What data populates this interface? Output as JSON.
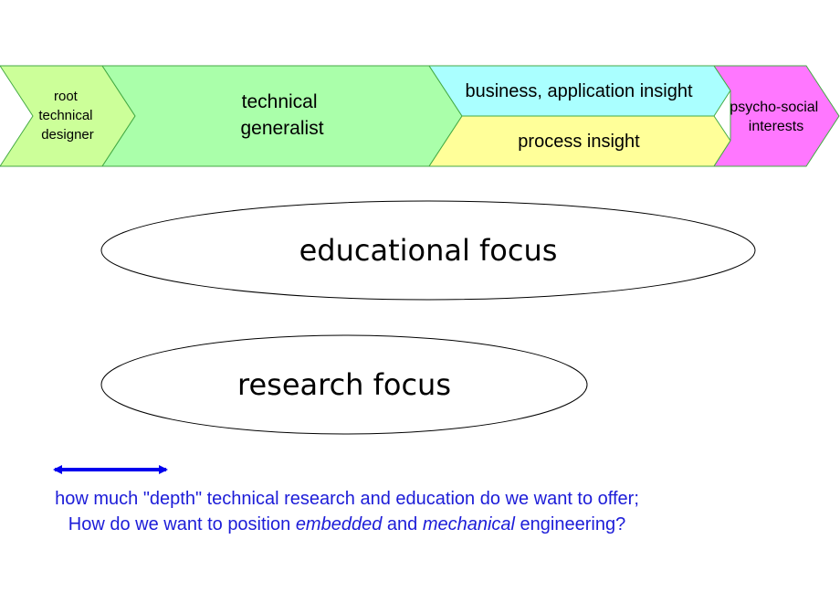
{
  "chevrons": {
    "root": {
      "lines": [
        "root",
        "technical",
        "designer"
      ],
      "fill": "#ccff99"
    },
    "generalist": {
      "lines": [
        "technical",
        "generalist"
      ],
      "fill": "#aaffaa"
    },
    "business": {
      "label": "business, application insight",
      "fill": "#aaffff"
    },
    "process": {
      "label": "process insight",
      "fill": "#ffff99"
    },
    "psycho": {
      "lines": [
        "psycho-social",
        "interests"
      ],
      "fill": "#ff77ff"
    }
  },
  "ellipses": {
    "educational": {
      "label": "educational focus"
    },
    "research": {
      "label": "research focus"
    }
  },
  "arrow": {
    "color": "#0000ee"
  },
  "caption": {
    "line1": "how much \"depth\" technical research and education do we want to offer;",
    "line2": {
      "part1": "How do we want to position ",
      "em1": "embedded",
      "part2": " and ",
      "em2": "mechanical",
      "part3": " engineering?"
    }
  }
}
